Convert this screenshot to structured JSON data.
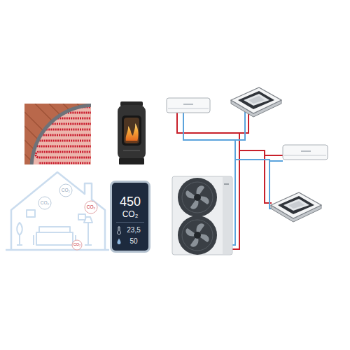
{
  "diagram": {
    "nodes": [
      {
        "text": [
          "450",
          "CO₂",
          "23,5",
          "50"
        ]
      }
    ],
    "labels": [
      "CO₂",
      "CO₂",
      "CO₂",
      "CO₂"
    ]
  }
}
